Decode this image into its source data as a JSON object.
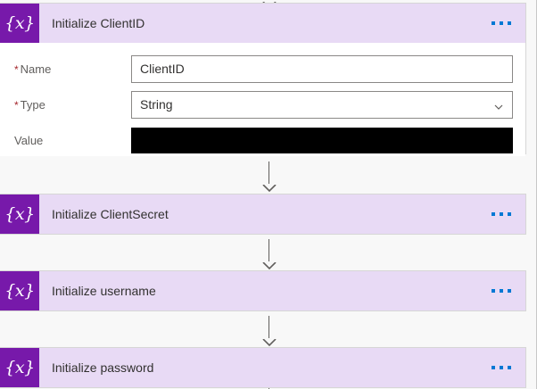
{
  "designer": {
    "accent_purple": "#7719aa",
    "header_bg": "#e8daf5",
    "menu_dot_color": "#0078d4",
    "canvas_bg": "#f8f8f8"
  },
  "cards": [
    {
      "id": "initialize-clientid",
      "icon": "{x}",
      "icon_name": "initialize-variable-icon",
      "title": "Initialize ClientID",
      "menu_label": "...",
      "expanded": true,
      "fields": [
        {
          "label": "Name",
          "required": true,
          "value": "ClientID",
          "control": "text"
        },
        {
          "label": "Type",
          "required": true,
          "value": "String",
          "control": "dropdown"
        },
        {
          "label": "Value",
          "required": false,
          "value": "",
          "control": "redacted"
        }
      ]
    },
    {
      "id": "initialize-clientsecret",
      "icon": "{x}",
      "icon_name": "initialize-variable-icon",
      "title": "Initialize ClientSecret",
      "menu_label": "...",
      "expanded": false,
      "fields": []
    },
    {
      "id": "initialize-username",
      "icon": "{x}",
      "icon_name": "initialize-variable-icon",
      "title": "Initialize username",
      "menu_label": "...",
      "expanded": false,
      "fields": []
    },
    {
      "id": "initialize-password",
      "icon": "{x}",
      "icon_name": "initialize-variable-icon",
      "title": "Initialize password",
      "menu_label": "...",
      "expanded": false,
      "fields": []
    }
  ]
}
